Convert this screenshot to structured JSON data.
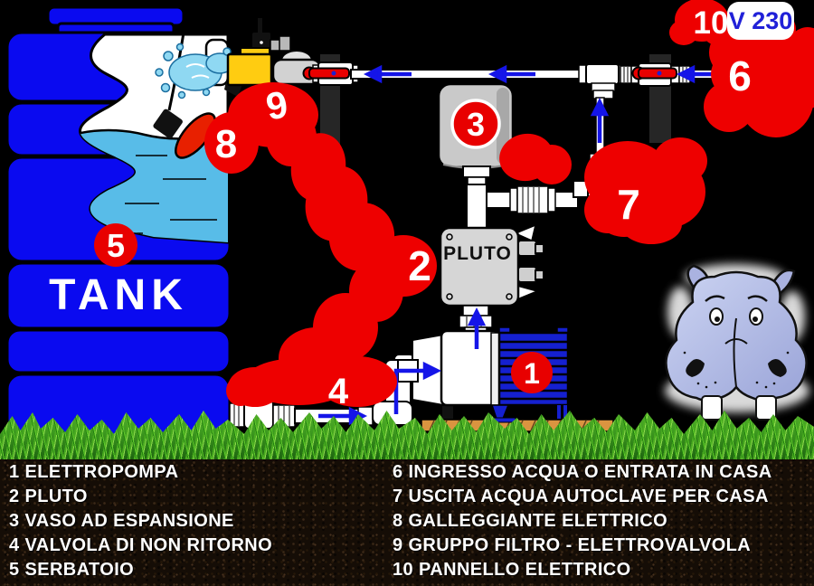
{
  "diagram": {
    "tank_label": "TANK",
    "pluto_label": "PLUTO",
    "voltage_label": "V 230",
    "badges": {
      "b1": "1",
      "b2": "2",
      "b3": "3",
      "b4": "4",
      "b5": "5",
      "b6": "6",
      "b7": "7",
      "b8": "8",
      "b9": "9",
      "b10": "10"
    }
  },
  "legend": {
    "left": [
      "1 ELETTROPOMPA",
      "2 PLUTO",
      "3 VASO AD ESPANSIONE",
      "4 VALVOLA DI NON RITORNO",
      "5 SERBATOIO"
    ],
    "right": [
      "6 INGRESSO ACQUA O ENTRATA IN CASA",
      "7 USCITA ACQUA AUTOCLAVE PER CASA",
      "8 GALLEGGIANTE ELETTRICO",
      "9 GRUPPO FILTRO - ELETTROVALVOLA",
      "10 PANNELLO ELETTRICO"
    ]
  },
  "colors": {
    "callout_red": "#ee0000",
    "tank_blue": "#0a0af0",
    "water_blue": "#58bce8",
    "arrow_blue": "#1515e8",
    "motor_blue": "#1520d0",
    "valve_yellow": "#ffcc11",
    "wood_base": "#da9440",
    "voltage_text_blue": "#2020d8"
  }
}
